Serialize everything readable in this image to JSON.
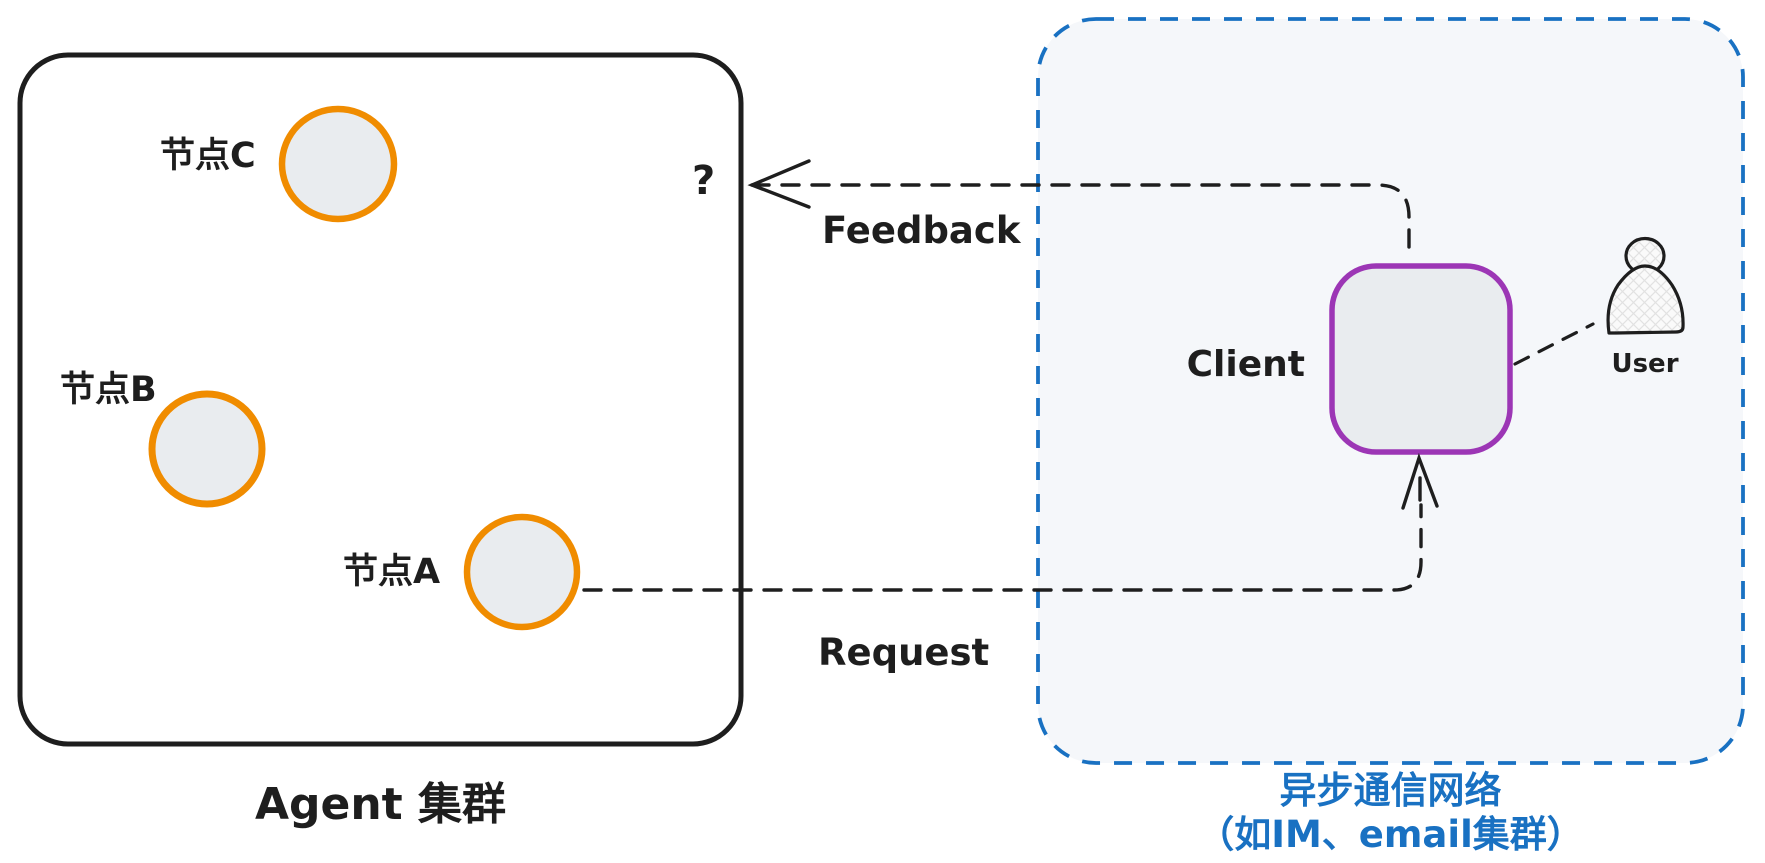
{
  "agent_cluster": {
    "title": "Agent 集群",
    "question_mark": "?",
    "nodes": [
      {
        "label": "节点C"
      },
      {
        "label": "节点B"
      },
      {
        "label": "节点A"
      }
    ]
  },
  "async_network": {
    "title_line1": "异步通信网络",
    "title_line2": "（如IM、email集群）",
    "client": {
      "label": "Client"
    },
    "user": {
      "label": "User"
    }
  },
  "connections": {
    "feedback": {
      "label": "Feedback"
    },
    "request": {
      "label": "Request"
    }
  },
  "colors": {
    "ink": "#1e1e1e",
    "node_stroke": "#f08c00",
    "client_stroke": "#9c36b5",
    "network_accent": "#1971c2",
    "shape_fill": "#e9ecef",
    "network_fill": "#f5f7fa"
  }
}
